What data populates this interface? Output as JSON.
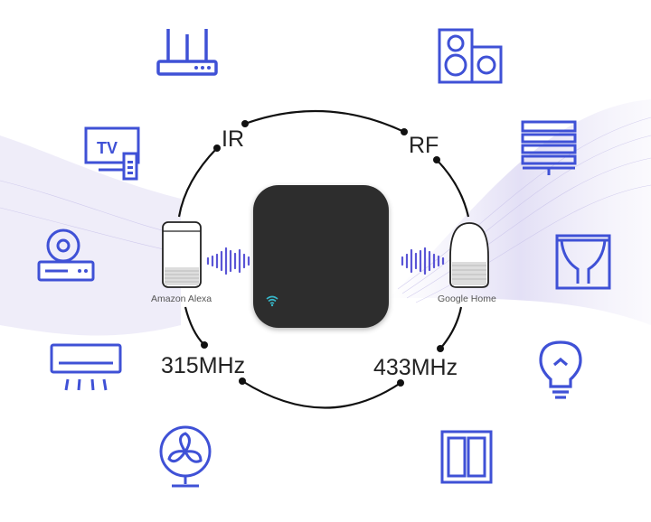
{
  "protocols": {
    "ir": "IR",
    "rf": "RF",
    "freq_left": "315MHz",
    "freq_right": "433MHz"
  },
  "speakers": {
    "left": "Amazon Alexa",
    "right": "Google Home"
  },
  "tv_icon_text": "TV",
  "colors": {
    "icon_blue": "#3f51d6",
    "hub": "#2d2d2d",
    "wifi": "#37b7c9",
    "line": "#111111"
  },
  "icons_left": [
    "router-icon",
    "tv-remote-icon",
    "disc-player-icon",
    "air-conditioner-icon",
    "fan-icon"
  ],
  "icons_right": [
    "speaker-icon",
    "blinds-icon",
    "curtains-icon",
    "light-bulb-icon",
    "wall-switch-icon"
  ]
}
